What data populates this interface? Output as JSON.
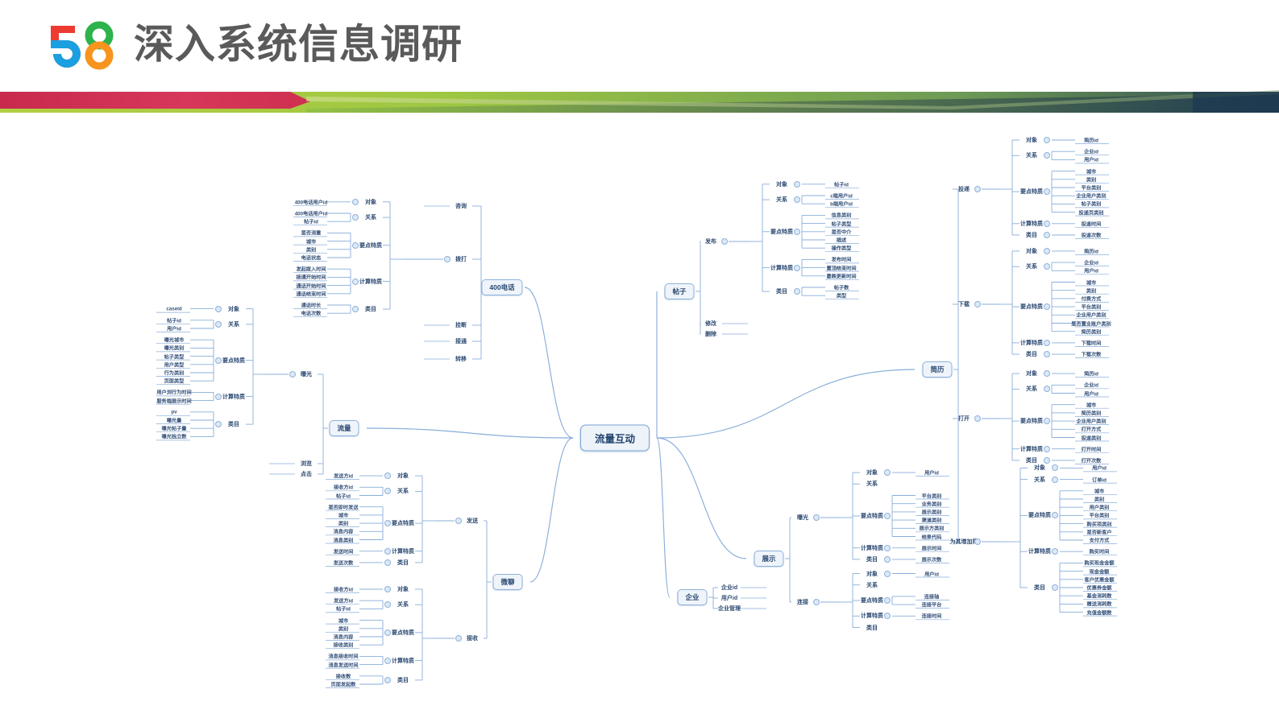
{
  "header": {
    "title": "深入系统信息调研",
    "logo_text": "58",
    "logo_colors": {
      "red": "#ed3b32",
      "green": "#2eb24b",
      "blue": "#1a9fe0",
      "orange": "#f7941e"
    }
  },
  "ribbon": {
    "colors": [
      "#d13152",
      "#c92a4f",
      "#a8c83c",
      "#8cbf3f",
      "#4f6f52",
      "#2f4a52",
      "#1f3a50"
    ]
  },
  "mindmap": {
    "type": "mindmap",
    "root": "流量互动",
    "branches": [
      {
        "id": "liuliang",
        "label": "流量",
        "side": "left",
        "children": [
          {
            "label": "曝光",
            "groups": [
              {
                "label": "对象",
                "items": [
                  "caseid"
                ]
              },
              {
                "label": "关系",
                "items": [
                  "帖子id",
                  "用户id"
                ]
              },
              {
                "label": "要点特质",
                "items": [
                  "曝光城市",
                  "曝光类别",
                  "帖子类型",
                  "用户类型",
                  "行为类别",
                  "页面类型"
                ]
              },
              {
                "label": "计算特质",
                "items": [
                  "用户浏行为时间",
                  "服务端展示时间"
                ]
              },
              {
                "label": "类目",
                "items": [
                  "pv",
                  "曝光量",
                  "曝光帖子量",
                  "曝光独立数"
                ]
              }
            ]
          },
          {
            "label": "浏览",
            "groups": []
          },
          {
            "label": "点击",
            "groups": []
          }
        ]
      },
      {
        "id": "phone400",
        "label": "400电话",
        "side": "left-up",
        "children": [
          {
            "label": "咨询",
            "groups": []
          },
          {
            "label": "拨打",
            "groups": [
              {
                "label": "对象",
                "items": [
                  "400电话用户id"
                ]
              },
              {
                "label": "关系",
                "items": [
                  "400电话用户id",
                  "帖子id"
                ]
              },
              {
                "label": "要点特质",
                "items": [
                  "是否消重",
                  "城市",
                  "类别",
                  "电话状态"
                ]
              },
              {
                "label": "计算特质",
                "items": [
                  "发起拨入时间",
                  "接通开始时间",
                  "通话开始时间",
                  "通话结束时间"
                ]
              },
              {
                "label": "类目",
                "items": [
                  "通话时长",
                  "电话次数"
                ]
              }
            ]
          },
          {
            "label": "挂断",
            "groups": []
          },
          {
            "label": "接通",
            "groups": []
          },
          {
            "label": "转移",
            "groups": []
          }
        ]
      },
      {
        "id": "tiezi",
        "label": "帖子",
        "side": "right-up",
        "children": [
          {
            "label": "发布",
            "groups": [
              {
                "label": "对象",
                "items": [
                  "帖子id"
                ]
              },
              {
                "label": "关系",
                "items": [
                  "c端用户id",
                  "b端用户id"
                ]
              },
              {
                "label": "要点特质",
                "items": [
                  "信息类别",
                  "帖子类型",
                  "是否中介",
                  "描述",
                  "操作类型"
                ]
              },
              {
                "label": "计算特质",
                "items": [
                  "发布时间",
                  "置顶结束时间",
                  "最晚更新时间"
                ]
              },
              {
                "label": "类目",
                "items": [
                  "帖子数",
                  "类型"
                ]
              }
            ]
          },
          {
            "label": "修改",
            "groups": []
          },
          {
            "label": "删除",
            "groups": []
          }
        ]
      },
      {
        "id": "jianli",
        "label": "简历",
        "side": "right",
        "children": [
          {
            "label": "投递",
            "groups": [
              {
                "label": "对象",
                "items": [
                  "简历id"
                ]
              },
              {
                "label": "关系",
                "items": [
                  "企业id",
                  "用户id"
                ]
              },
              {
                "label": "要点特质",
                "items": [
                  "城市",
                  "类别",
                  "平台类别",
                  "企业用户类别",
                  "帖子类别",
                  "投递页类别"
                ]
              },
              {
                "label": "计算特质",
                "items": [
                  "投递时间"
                ]
              },
              {
                "label": "类目",
                "items": [
                  "投递次数"
                ]
              }
            ]
          },
          {
            "label": "下载",
            "groups": [
              {
                "label": "对象",
                "items": [
                  "简历id"
                ]
              },
              {
                "label": "关系",
                "items": [
                  "企业id",
                  "用户id"
                ]
              },
              {
                "label": "要点特质",
                "items": [
                  "城市",
                  "类别",
                  "付费方式",
                  "平台类别",
                  "企业用户类别",
                  "是否置业账户类别",
                  "简历类别"
                ]
              },
              {
                "label": "计算特质",
                "items": [
                  "下载时间"
                ]
              },
              {
                "label": "类目",
                "items": [
                  "下载次数"
                ]
              }
            ]
          },
          {
            "label": "打开",
            "groups": [
              {
                "label": "对象",
                "items": [
                  "简历id"
                ]
              },
              {
                "label": "关系",
                "items": [
                  "企业id",
                  "用户id"
                ]
              },
              {
                "label": "要点特质",
                "items": [
                  "城市",
                  "简历类别",
                  "企业用户类别",
                  "打开方式",
                  "投递类别"
                ]
              },
              {
                "label": "计算特质",
                "items": [
                  "打开时间"
                ]
              },
              {
                "label": "类目",
                "items": [
                  "打开次数"
                ]
              }
            ]
          },
          {
            "label": "为其增加简",
            "groups": [
              {
                "label": "对象",
                "items": [
                  "用户id"
                ]
              },
              {
                "label": "关系",
                "items": [
                  "订单id"
                ]
              },
              {
                "label": "要点特质",
                "items": [
                  "城市",
                  "类别",
                  "用户类别",
                  "平台类别",
                  "购买项类别",
                  "是否新客户",
                  "支付方式"
                ]
              },
              {
                "label": "计算特质",
                "items": [
                  "购买时间"
                ]
              },
              {
                "label": "类目",
                "items": [
                  "购买现金金额",
                  "现金金额",
                  "客户优惠金额",
                  "优惠券金额",
                  "基金消耗数",
                  "赠送消耗数",
                  "充值金额数"
                ]
              }
            ]
          }
        ]
      },
      {
        "id": "zhanshi",
        "label": "展示",
        "side": "right-down",
        "children": [
          {
            "label": "曝光",
            "groups": [
              {
                "label": "对象",
                "items": [
                  "用户id"
                ]
              },
              {
                "label": "关系",
                "items": []
              },
              {
                "label": "要点特质",
                "items": [
                  "平台类别",
                  "业务类别",
                  "展示类别",
                  "渠道类别",
                  "展示方类别",
                  "结果代码"
                ]
              },
              {
                "label": "计算特质",
                "items": [
                  "展示时间"
                ]
              },
              {
                "label": "类目",
                "items": [
                  "展示次数"
                ]
              }
            ]
          },
          {
            "label": "连接",
            "groups": [
              {
                "label": "对象",
                "items": [
                  "用户id"
                ]
              },
              {
                "label": "关系",
                "items": []
              },
              {
                "label": "要点特质",
                "items": [
                  "连接轴",
                  "连接平台"
                ]
              },
              {
                "label": "计算特质",
                "items": [
                  "连接时间"
                ]
              },
              {
                "label": "类目",
                "items": []
              }
            ]
          }
        ]
      },
      {
        "id": "qiye",
        "label": "企业",
        "side": "right-down2",
        "children": [
          {
            "label": "企业id",
            "groups": []
          },
          {
            "label": "用户id",
            "groups": []
          },
          {
            "label": "企业管理",
            "groups": []
          }
        ]
      },
      {
        "id": "weiliao",
        "label": "微聊",
        "side": "left-down",
        "children": [
          {
            "label": "发送",
            "groups": [
              {
                "label": "对象",
                "items": [
                  "发送方id"
                ]
              },
              {
                "label": "关系",
                "items": [
                  "接收方id",
                  "帖子id"
                ]
              },
              {
                "label": "要点特质",
                "items": [
                  "是否即时发送",
                  "城市",
                  "类别",
                  "消息内容",
                  "消息类别"
                ]
              },
              {
                "label": "计算特质",
                "items": [
                  "发送时间"
                ]
              },
              {
                "label": "类目",
                "items": [
                  "发送次数"
                ]
              }
            ]
          },
          {
            "label": "接收",
            "groups": [
              {
                "label": "对象",
                "items": [
                  "接收方id"
                ]
              },
              {
                "label": "关系",
                "items": [
                  "发送方id",
                  "帖子id"
                ]
              },
              {
                "label": "要点特质",
                "items": [
                  "城市",
                  "类别",
                  "消息内容",
                  "接收类别"
                ]
              },
              {
                "label": "计算特质",
                "items": [
                  "消息接收时间",
                  "消息发送时间"
                ]
              },
              {
                "label": "类目",
                "items": [
                  "接收数",
                  "页面发起数"
                ]
              }
            ]
          }
        ]
      }
    ]
  }
}
